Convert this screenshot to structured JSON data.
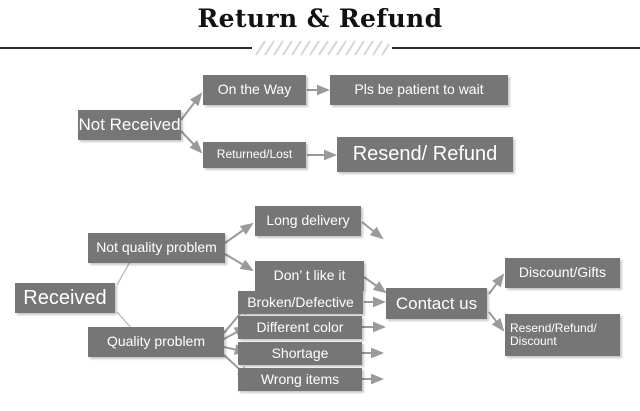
{
  "page": {
    "title": "Return & Refund",
    "background_color": "#ffffff",
    "box_color": "#767676",
    "box_text_color": "#ffffff",
    "arrow_color": "#9a9a9a",
    "divider_color": "#2b2b2b",
    "hatch_color": "#d8d8d8"
  },
  "divider": {
    "hatch_pattern": "diagonal-hatch-marks"
  },
  "flow_not_received": {
    "root": {
      "label": "Not Received"
    },
    "branches": [
      {
        "label": "On the Way",
        "outcome": {
          "label": "Pls be patient to wait"
        }
      },
      {
        "label": "Returned/Lost",
        "outcome": {
          "label": "Resend/ Refund"
        }
      }
    ]
  },
  "flow_received": {
    "root": {
      "label": "Received"
    },
    "categories": [
      {
        "label": "Not quality problem",
        "reasons": [
          {
            "label": "Long delivery"
          },
          {
            "label": "Don’  t like it"
          }
        ]
      },
      {
        "label": "Quality problem",
        "reasons": [
          {
            "label": "Broken/Defective"
          },
          {
            "label": "Different color"
          },
          {
            "label": "Shortage"
          },
          {
            "label": "Wrong items"
          }
        ]
      }
    ],
    "action": {
      "label": "Contact us"
    },
    "resolutions": [
      {
        "label": "Discount/Gifts"
      },
      {
        "label": "Resend/Refund/\nDiscount"
      }
    ]
  }
}
